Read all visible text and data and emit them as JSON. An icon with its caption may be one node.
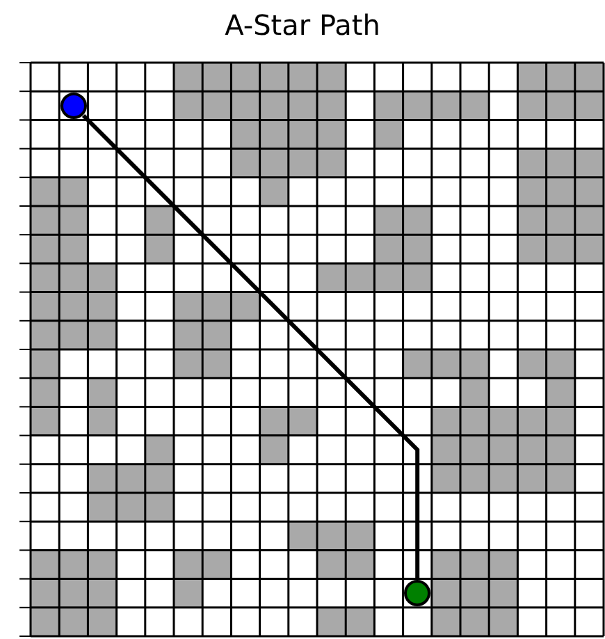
{
  "diagram": {
    "title": "A-Star Path",
    "nodes": [
      {
        "text": [],
        "shape": "circle"
      },
      {
        "text": [],
        "shape": "circle"
      }
    ],
    "edges": [
      {
        "from": 0,
        "to": 1,
        "arrow": "none"
      }
    ]
  }
}
